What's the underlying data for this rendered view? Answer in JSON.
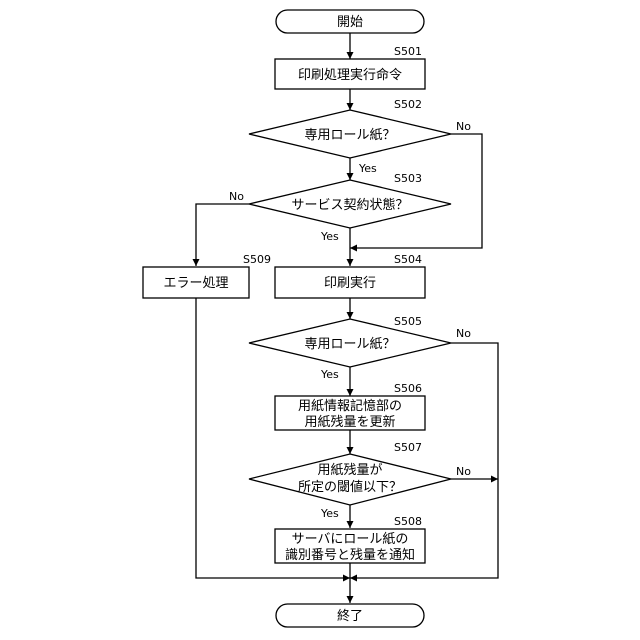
{
  "flowchart": {
    "start": "開始",
    "end": "終了",
    "steps": {
      "s501": {
        "id": "S501",
        "text": "印刷処理実行命令"
      },
      "s502": {
        "id": "S502",
        "text": "専用ロール紙？"
      },
      "s503": {
        "id": "S503",
        "text": "サービス契約状態？"
      },
      "s504": {
        "id": "S504",
        "text": "印刷実行"
      },
      "s505": {
        "id": "S505",
        "text": "専用ロール紙？"
      },
      "s506": {
        "id": "S506",
        "line1": "用紙情報記憶部の",
        "line2": "用紙残量を更新"
      },
      "s507": {
        "id": "S507",
        "line1": "用紙残量が",
        "line2": "所定の閾値以下？"
      },
      "s508": {
        "id": "S508",
        "line1": "サーバにロール紙の",
        "line2": "識別番号と残量を通知"
      },
      "s509": {
        "id": "S509",
        "text": "エラー処理"
      }
    },
    "labels": {
      "yes": "Yes",
      "no": "No"
    }
  }
}
